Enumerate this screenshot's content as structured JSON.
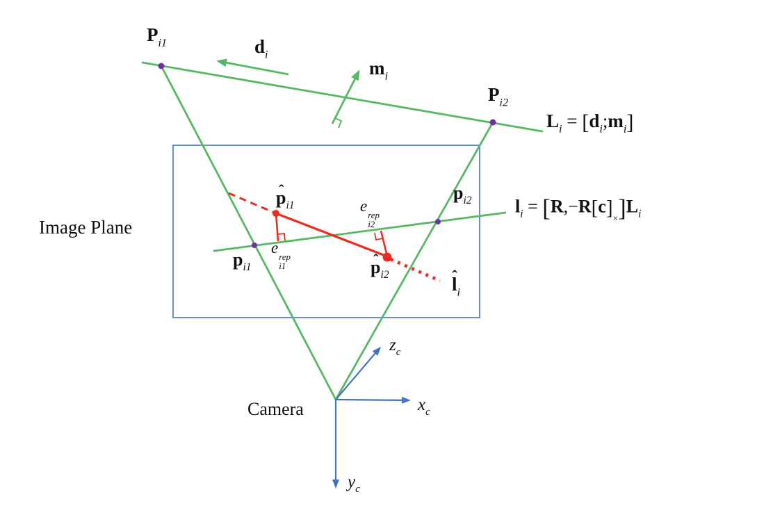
{
  "figure": {
    "title": "Camera line projection and reprojection error diagram",
    "colors": {
      "green": "#55B964",
      "red": "#EE2A21",
      "blue": "#4472C4",
      "purple": "#7030A0",
      "ink": "#111111",
      "background": "#ffffff"
    },
    "labels": {
      "P_i1": [
        {
          "t": "P",
          "f": "b"
        },
        {
          "t": "i1",
          "f": "sub"
        }
      ],
      "d_i": [
        {
          "t": "d",
          "f": "b"
        },
        {
          "t": "i",
          "f": "sub"
        }
      ],
      "m_i": [
        {
          "t": "m",
          "f": "b"
        },
        {
          "t": "i",
          "f": "sub"
        }
      ],
      "P_i2": [
        {
          "t": "P",
          "f": "b"
        },
        {
          "t": "i2",
          "f": "sub"
        }
      ],
      "L_formula": [
        {
          "t": "L",
          "f": "b"
        },
        {
          "t": "i",
          "f": "sub"
        },
        {
          "t": " = ",
          "f": "n"
        },
        {
          "t": "[",
          "f": "br"
        },
        {
          "t": "d",
          "f": "b"
        },
        {
          "t": "i",
          "f": "sub"
        },
        {
          "t": ";",
          "f": "n"
        },
        {
          "t": "m",
          "f": "b"
        },
        {
          "t": "i",
          "f": "sub"
        },
        {
          "t": "]",
          "f": "br"
        }
      ],
      "image_plane": "Image Plane",
      "p_i1": [
        {
          "t": "p",
          "f": "b"
        },
        {
          "t": "i1",
          "f": "sub"
        }
      ],
      "p_hat_i1": [
        {
          "t": "p",
          "f": "hatb"
        },
        {
          "t": "i1",
          "f": "sub"
        }
      ],
      "e_rep_i1": [
        {
          "t": "e",
          "f": "i"
        },
        {
          "f": "stack",
          "sup": "rep",
          "sub": "i1"
        }
      ],
      "e_rep_i2": [
        {
          "t": "e",
          "f": "i"
        },
        {
          "f": "stack",
          "sup": "rep",
          "sub": "i2"
        }
      ],
      "p_hat_i2": [
        {
          "t": "p",
          "f": "hatb"
        },
        {
          "t": "i2",
          "f": "sub"
        }
      ],
      "p_i2": [
        {
          "t": "p",
          "f": "b"
        },
        {
          "t": "i2",
          "f": "sub"
        }
      ],
      "l_hat_i": [
        {
          "t": "l",
          "f": "hatb"
        },
        {
          "t": "i",
          "f": "sub"
        }
      ],
      "l_formula": [
        {
          "t": "l",
          "f": "b"
        },
        {
          "t": "i",
          "f": "sub"
        },
        {
          "t": " = ",
          "f": "n"
        },
        {
          "t": "[",
          "f": "BR"
        },
        {
          "t": "R",
          "f": "b"
        },
        {
          "t": ",−",
          "f": "n"
        },
        {
          "t": "R",
          "f": "b"
        },
        {
          "t": "[",
          "f": "br"
        },
        {
          "t": "c",
          "f": "b"
        },
        {
          "t": "]",
          "f": "br"
        },
        {
          "t": "×",
          "f": "x"
        },
        {
          "t": "]",
          "f": "BR"
        },
        {
          "t": "L",
          "f": "b"
        },
        {
          "t": "i",
          "f": "sub"
        }
      ],
      "camera": "Camera",
      "x_c": [
        {
          "t": "x",
          "f": "i"
        },
        {
          "t": "c",
          "f": "sub"
        }
      ],
      "y_c": [
        {
          "t": "y",
          "f": "i"
        },
        {
          "t": "c",
          "f": "sub"
        }
      ],
      "z_c": [
        {
          "t": "z",
          "f": "i"
        },
        {
          "t": "c",
          "f": "sub"
        }
      ]
    }
  }
}
